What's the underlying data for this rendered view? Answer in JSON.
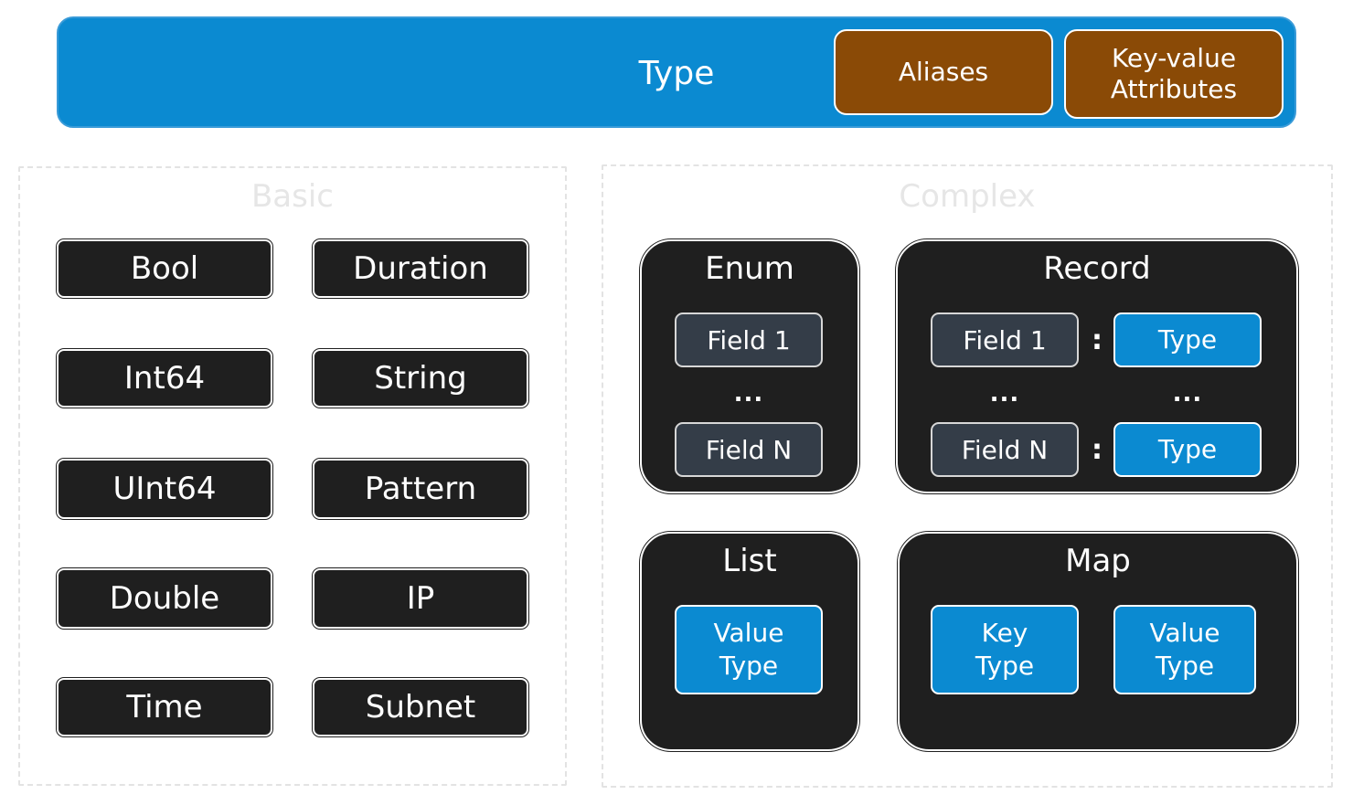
{
  "type_bar": {
    "title": "Type",
    "aliases": "Aliases",
    "key_value_attributes": "Key-value Attributes"
  },
  "basic": {
    "title": "Basic",
    "types": [
      "Bool",
      "Duration",
      "Int64",
      "String",
      "UInt64",
      "Pattern",
      "Double",
      "IP",
      "Time",
      "Subnet"
    ]
  },
  "complex": {
    "title": "Complex",
    "enum": {
      "title": "Enum",
      "field_1": "Field 1",
      "ellipsis": "...",
      "field_n": "Field N"
    },
    "record": {
      "title": "Record",
      "field_1": "Field 1",
      "field_n": "Field N",
      "type_1": "Type",
      "type_n": "Type",
      "ellipsis_left": "...",
      "ellipsis_right": "...",
      "colon": ":"
    },
    "list": {
      "title": "List",
      "value_type": "Value Type"
    },
    "map": {
      "title": "Map",
      "key_type": "Key Type",
      "value_type": "Value Type"
    }
  },
  "colors": {
    "type_blue": "#0b8ad1",
    "attribute_brown": "#8a4a06",
    "dark_box": "#1f1f1f",
    "field_slate": "#343d48"
  }
}
